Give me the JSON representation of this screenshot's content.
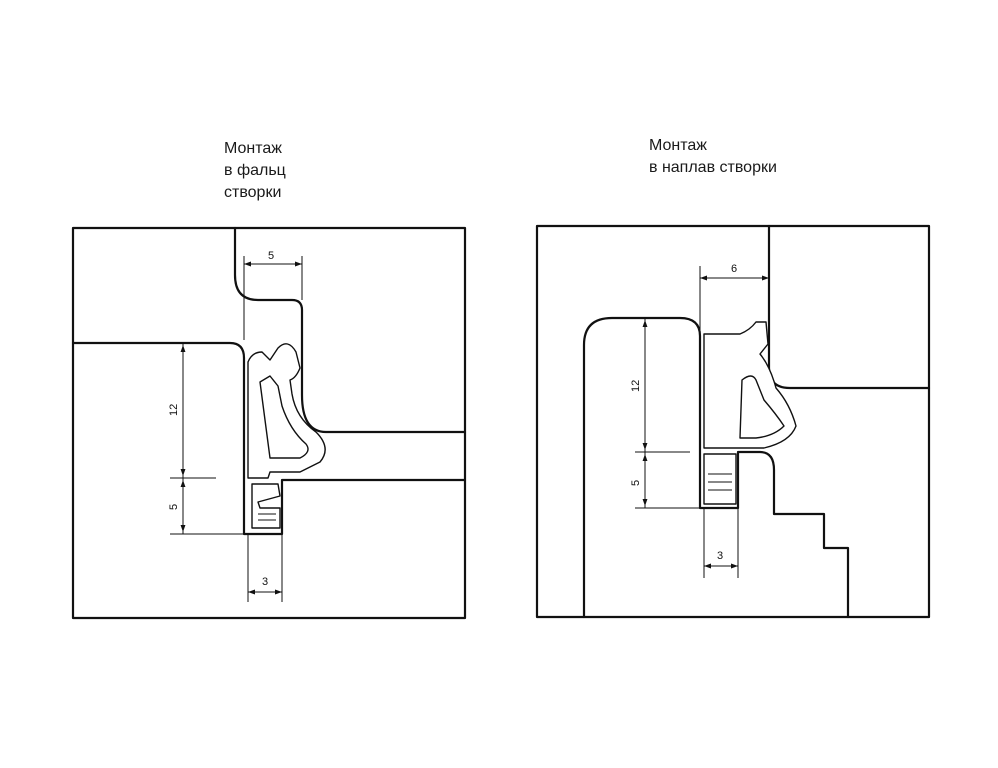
{
  "left": {
    "caption": [
      "Монтаж",
      "в фальц",
      "створки"
    ],
    "dims": {
      "top": "5",
      "upper": "12",
      "lower": "5",
      "bottom": "3"
    }
  },
  "right": {
    "caption": [
      "Монтаж",
      "в наплав створки"
    ],
    "dims": {
      "top": "6",
      "upper": "12",
      "lower": "5",
      "bottom": "3"
    }
  }
}
